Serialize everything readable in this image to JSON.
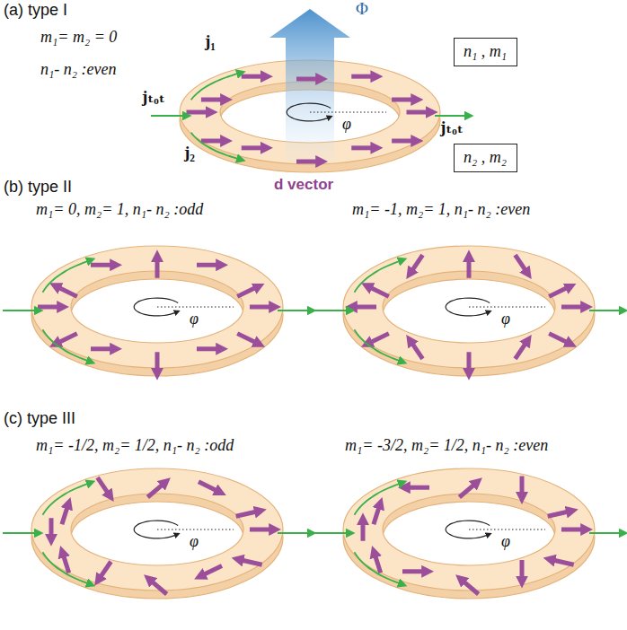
{
  "diagram": {
    "nodes": [
      {
        "text": [
          "n₁ , m₁"
        ]
      },
      {
        "text": [
          "n₂ , m₂"
        ]
      }
    ],
    "labels": [
      "(a) type I",
      "m₁= m₂ = 0",
      "n₁- n₂ :even",
      "Φ",
      "j₁",
      "jₜₒₜ",
      "jₜₒₜ",
      "j₂",
      "φ",
      "d vector",
      "(b) type II",
      "m₁= 0,  m₂= 1,  n₁- n₂ :odd",
      "m₁= -1,  m₂= 1,  n₁- n₂ :even",
      "φ",
      "φ",
      "(c) type III",
      "m₁= -1/2,  m₂= 1/2,  n₁- n₂ :odd",
      "m₁= -3/2,  m₂= 1/2,  n₁- n₂ :even",
      "φ",
      "φ"
    ]
  }
}
